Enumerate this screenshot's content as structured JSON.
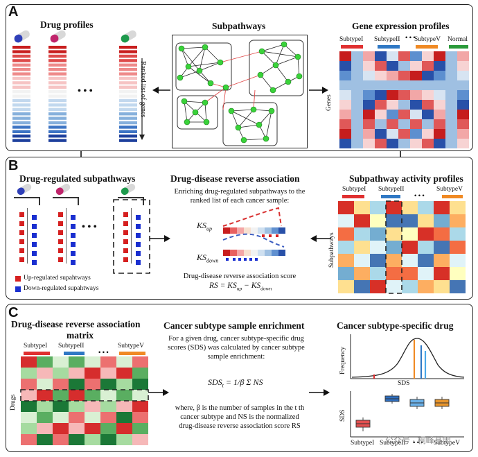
{
  "panels": {
    "a": {
      "label": "A",
      "drug_profiles_title": "Drug profiles",
      "subpathways_title": "Subpathways",
      "gene_expression_title": "Gene expression profiles",
      "ranked_list_label": "Ranked list of genes",
      "ellipsis": "• • •",
      "genes_axis": "Genes",
      "subtypes": [
        "SubtypeI",
        "SubtypeII",
        "SubtypeV",
        "Normal"
      ],
      "subtype_colors": [
        "#e03030",
        "#2f78c4",
        "#f08a24",
        "#2a9a3a"
      ]
    },
    "b": {
      "label": "B",
      "drug_regulated_title": "Drug-regulated subpathways",
      "reverse_assoc_title": "Drug-disease reverse association",
      "enrich_text": "Enriching drug-regulated subpathways to the ranked list of  each cancer sample:",
      "ks_up": "KS",
      "ks_up_sub": "up",
      "ks_down": "KS",
      "ks_down_sub": "down",
      "score_text": "Drug-disease reverse association score",
      "rs_formula": "RS = KS",
      "rs_up_sub": "up",
      "rs_minus": " − KS",
      "rs_down_sub": "down",
      "legend_up": "Up-regulated supahtways",
      "legend_down": "Down-regulated supahtways",
      "activity_title": "Subpathway activity profiles",
      "subpathways_axis": "Subpathways",
      "subtypes": [
        "SubtypeI",
        "SubtypeII",
        "SubtypeV"
      ],
      "ellipsis": "• • •"
    },
    "c": {
      "label": "C",
      "matrix_title_1": "Drug-disease reverse association",
      "matrix_title_2": "matrix",
      "subtypes": [
        "SubtypeI",
        "SubtypeII",
        "SubtypeV"
      ],
      "drugs_axis": "Drugs",
      "enrichment_title": "Cancer subtype sample enrichment",
      "enrichment_text": "For a given drug, cancer subtype-specific drug scores (SDS) was calculated by cancer subtype sample enrichment:",
      "formula_lhs": "SDS",
      "formula_sub": "t",
      "formula_rhs": "= 1/β  Σ NS",
      "where_text": "where, β is the number of samples in the t th cancer subtype and NS is the normalized drug-disease reverse association score RS",
      "specific_title": "Cancer subtype-specific drug",
      "frequency_axis": "Frequency",
      "sds_axis": "SDS",
      "sds_axis_2": "SDS",
      "box_labels": [
        "SubtypeI",
        "SubtypeII",
        "SubtypeV"
      ],
      "ellipsis": "• • •",
      "watermark": "公众号 · 桐峰基因"
    }
  }
}
